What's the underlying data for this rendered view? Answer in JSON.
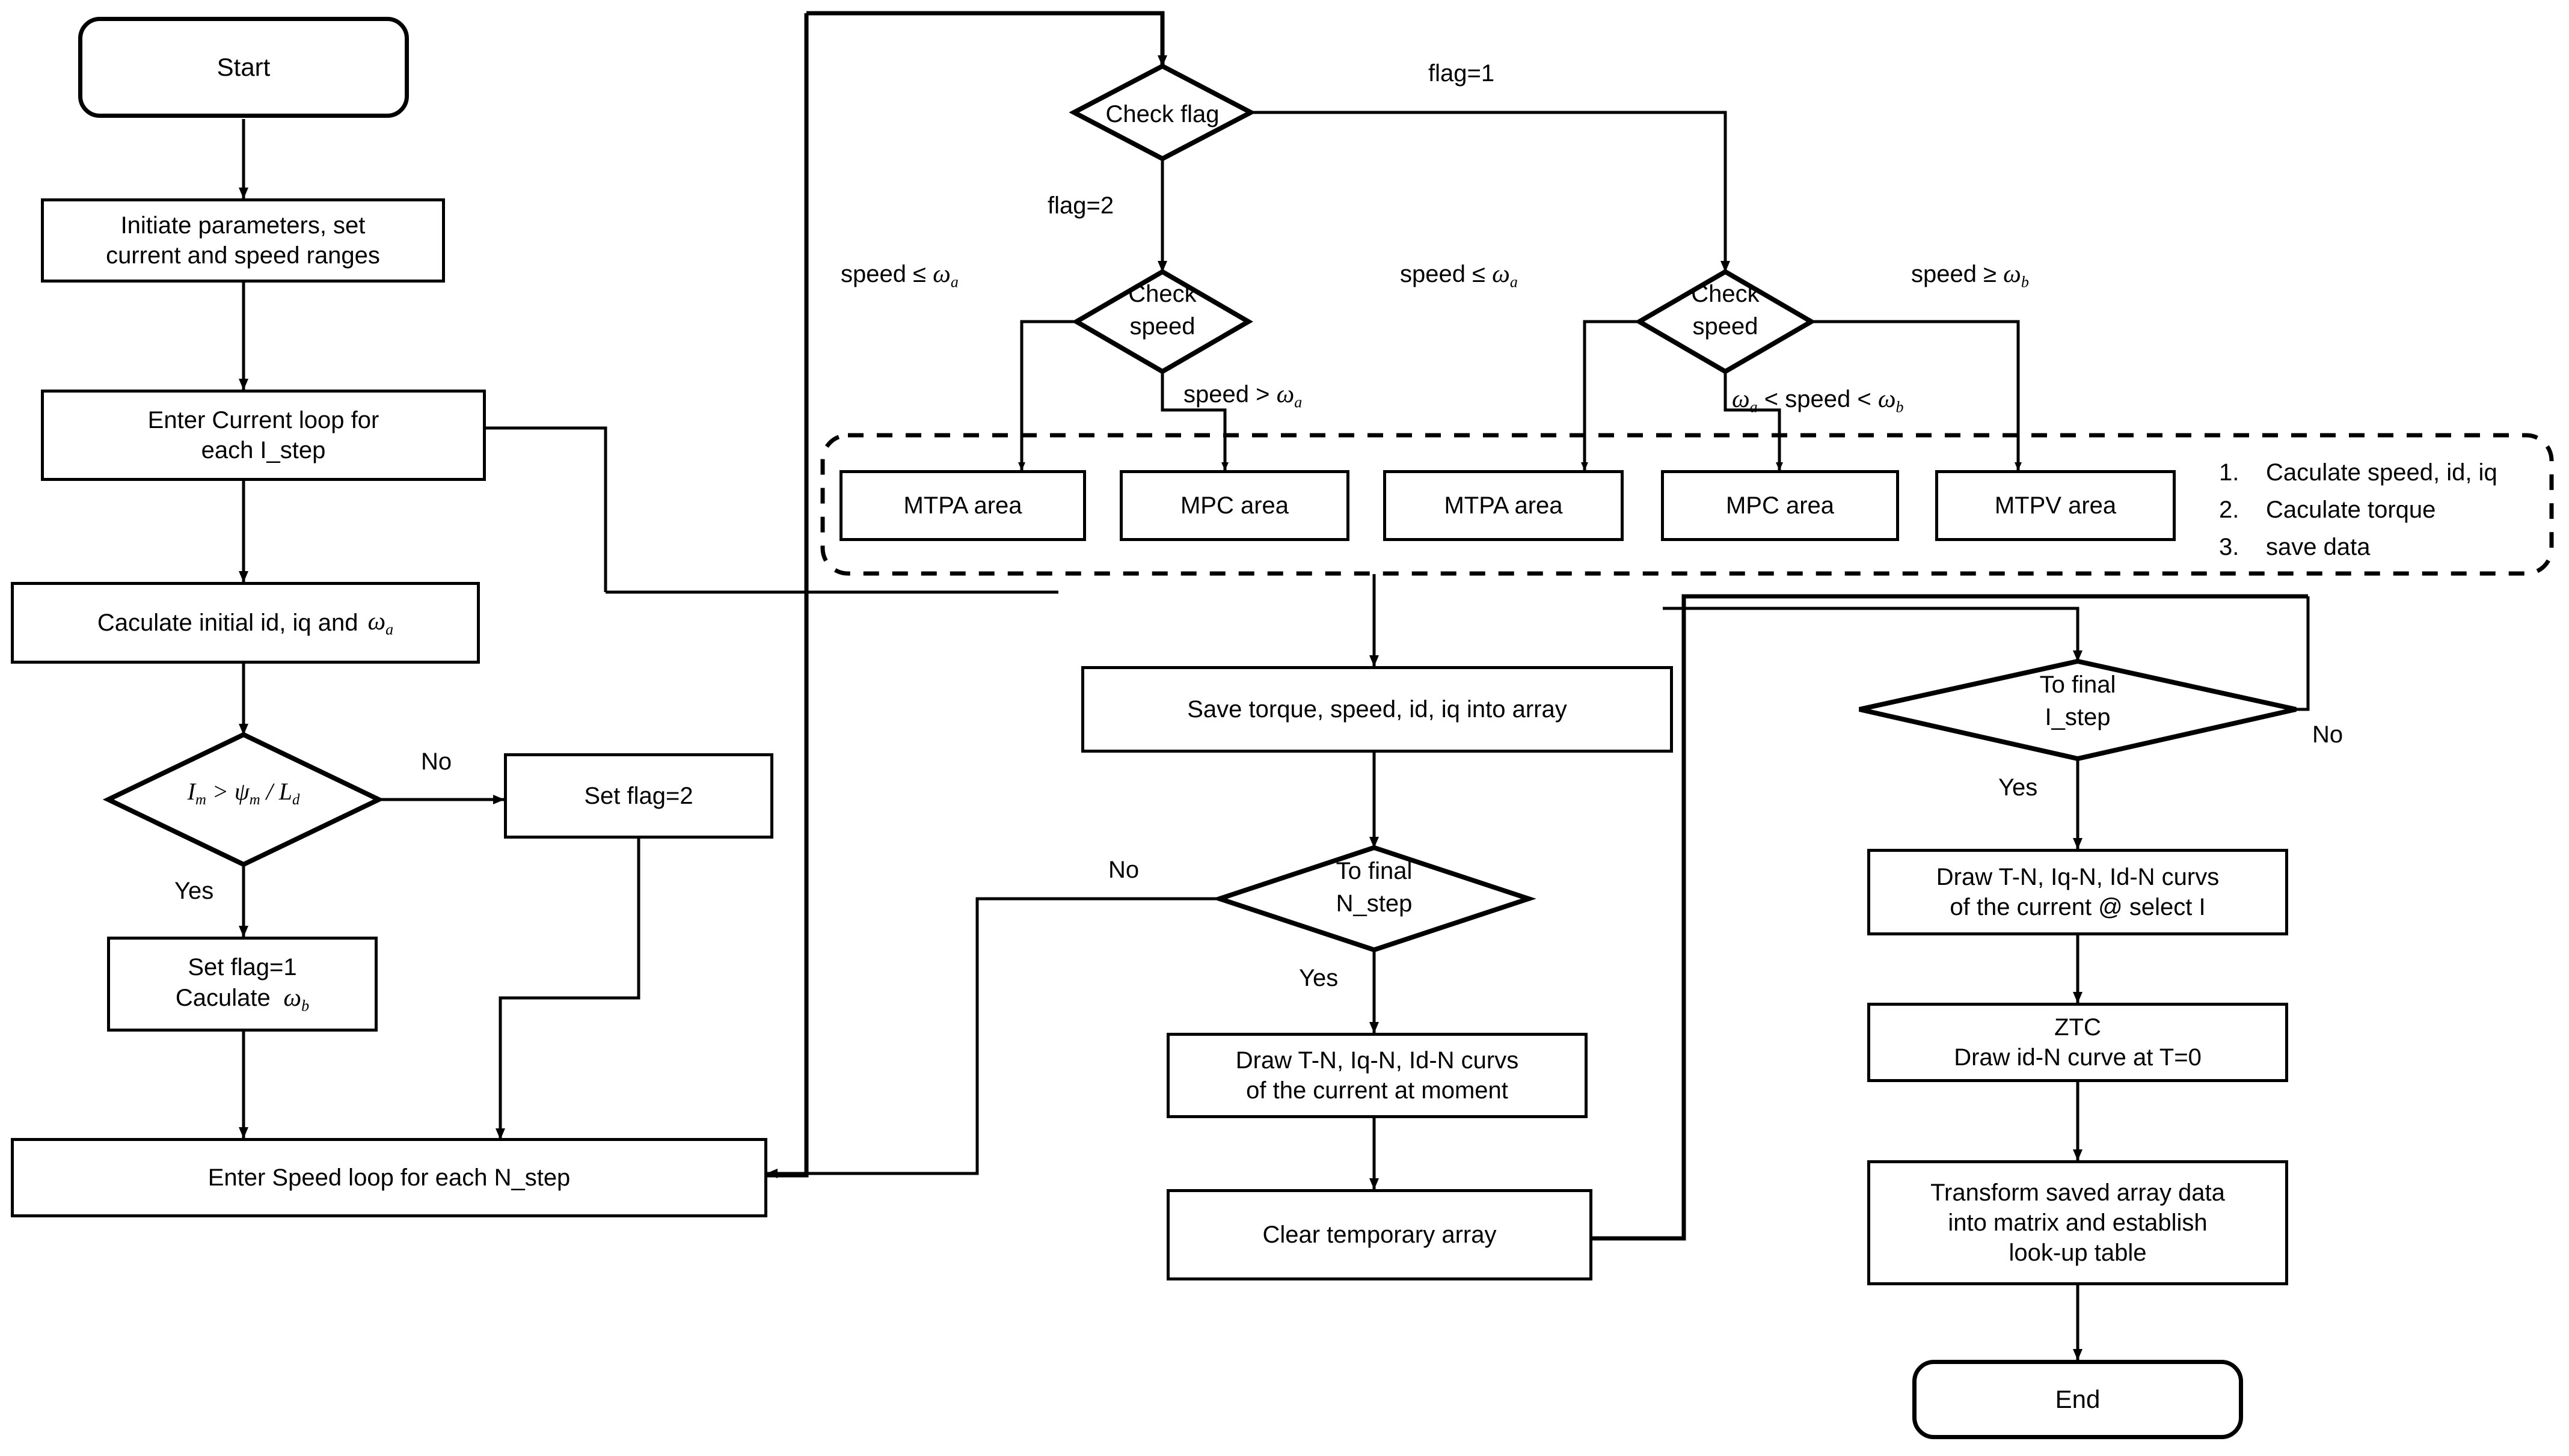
{
  "diagram": {
    "title": "Motor control look-up table generation flowchart",
    "type": "flowchart",
    "stroke_color": "#000000",
    "background_color": "#ffffff"
  },
  "nodes": {
    "start": {
      "label": "Start",
      "shape": "terminator"
    },
    "init": {
      "line1": "Initiate parameters, set",
      "line2": "current and speed ranges",
      "shape": "process"
    },
    "current_loop": {
      "line1": "Enter Current loop for",
      "line2": "each I_step",
      "shape": "process"
    },
    "calc_initial": {
      "label": "Caculate initial id, iq and",
      "symbol": "ω",
      "subscript": "a",
      "shape": "process"
    },
    "decide_im": {
      "lhs": "I",
      "lhs_sub": "m",
      "op": ">",
      "rhs": "ψ",
      "rhs_sub": "m",
      "div": "/",
      "rhs2": "L",
      "rhs2_sub": "d",
      "shape": "decision"
    },
    "set_flag2": {
      "label": "Set flag=2",
      "shape": "process"
    },
    "set_flag1": {
      "line1": "Set flag=1",
      "line2": "Caculate",
      "symbol": "ω",
      "subscript": "b",
      "shape": "process"
    },
    "speed_loop": {
      "label": "Enter Speed loop for each N_step",
      "shape": "process"
    },
    "check_flag": {
      "label": "Check flag",
      "shape": "decision"
    },
    "check_speed_left": {
      "line1": "Check",
      "line2": "speed",
      "shape": "decision"
    },
    "check_speed_right": {
      "line1": "Check",
      "line2": "speed",
      "shape": "decision"
    },
    "mtpa_left": {
      "label": "MTPA area",
      "shape": "process"
    },
    "mpc_left": {
      "label": "MPC area",
      "shape": "process"
    },
    "mtpa_right": {
      "label": "MTPA area",
      "shape": "process"
    },
    "mpc_right": {
      "label": "MPC area",
      "shape": "process"
    },
    "mtpv_right": {
      "label": "MTPV area",
      "shape": "process"
    },
    "save_array": {
      "label": "Save torque, speed, id, iq  into array",
      "shape": "process"
    },
    "decide_nstep": {
      "line1": "To final",
      "line2": "N_step",
      "shape": "decision"
    },
    "draw_curves_moment": {
      "line1": "Draw T-N, Iq-N, Id-N curvs",
      "line2": "of the current at moment",
      "shape": "process"
    },
    "clear_array": {
      "label": "Clear temporary array",
      "shape": "process"
    },
    "decide_istep": {
      "line1": "To final",
      "line2": "I_step",
      "shape": "decision"
    },
    "draw_curves_select": {
      "line1": "Draw T-N, Iq-N, Id-N curvs",
      "line2": "of the current @ select I",
      "shape": "process"
    },
    "ztc": {
      "line1": "ZTC",
      "line2": "Draw id-N curve at T=0",
      "shape": "process"
    },
    "transform": {
      "line1": "Transform saved array data",
      "line2": "into matrix and establish",
      "line3": "look-up table",
      "shape": "process"
    },
    "end": {
      "label": "End",
      "shape": "terminator"
    }
  },
  "annotation_group": {
    "style": "dashed-rounded-box",
    "items": [
      {
        "num": "1.",
        "text": "Caculate speed, id, iq"
      },
      {
        "num": "2.",
        "text": "Caculate torque"
      },
      {
        "num": "3.",
        "text": "save data"
      }
    ]
  },
  "edge_labels": {
    "no_1": "No",
    "yes_1": "Yes",
    "flag_eq_1": "flag=1",
    "flag_eq_2": "flag=2",
    "speed_le_wa_left": {
      "prefix": "speed ≤ ",
      "symbol": "ω",
      "sub": "a"
    },
    "speed_gt_wa": {
      "prefix": "speed > ",
      "symbol": "ω",
      "sub": "a"
    },
    "speed_le_wa_right": {
      "prefix": "speed ≤ ",
      "symbol": "ω",
      "sub": "a"
    },
    "speed_ge_wb": {
      "prefix": "speed ≥ ",
      "symbol": "ω",
      "sub": "b"
    },
    "between_wa_wb": {
      "sym1": "ω",
      "sub1": "a",
      "mid": " < speed < ",
      "sym2": "ω",
      "sub2": "b"
    },
    "no_nstep": "No",
    "yes_nstep": "Yes",
    "no_istep": "No",
    "yes_istep": "Yes"
  }
}
